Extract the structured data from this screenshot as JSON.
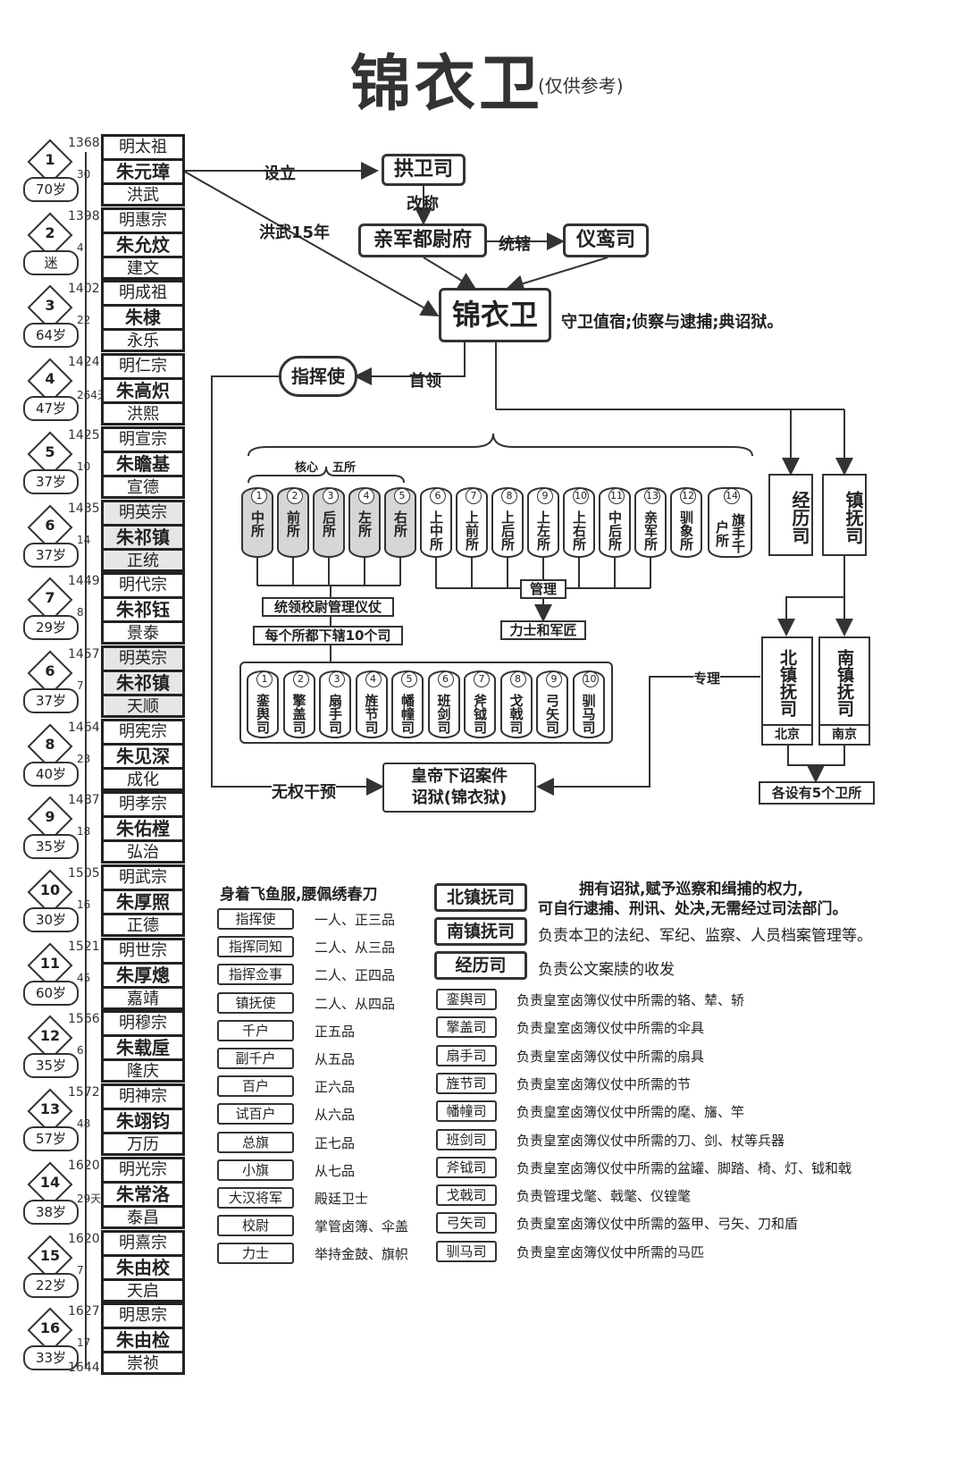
{
  "title": "锦衣卫",
  "subtitle": "(仅供参考)",
  "emperors": [
    {
      "idx": "1",
      "age": "70岁",
      "miao": "明太祖",
      "name": "朱元璋",
      "era": "洪武",
      "start": "1368",
      "reign": "30"
    },
    {
      "idx": "2",
      "age": "迷",
      "miao": "明惠宗",
      "name": "朱允炆",
      "era": "建文",
      "start": "1398",
      "reign": "4"
    },
    {
      "idx": "3",
      "age": "64岁",
      "miao": "明成祖",
      "name": "朱棣",
      "era": "永乐",
      "start": "1402",
      "reign": "22"
    },
    {
      "idx": "4",
      "age": "47岁",
      "miao": "明仁宗",
      "name": "朱高炽",
      "era": "洪熙",
      "start": "1424",
      "reign": "264天"
    },
    {
      "idx": "5",
      "age": "37岁",
      "miao": "明宣宗",
      "name": "朱瞻基",
      "era": "宣德",
      "start": "1425",
      "reign": "10"
    },
    {
      "idx": "6",
      "age": "37岁",
      "miao": "明英宗",
      "name": "朱祁镇",
      "era": "正统",
      "start": "1435",
      "reign": "14"
    },
    {
      "idx": "7",
      "age": "29岁",
      "miao": "明代宗",
      "name": "朱祁钰",
      "era": "景泰",
      "start": "1449",
      "reign": "8"
    },
    {
      "idx": "6",
      "age": "37岁",
      "miao": "明英宗",
      "name": "朱祁镇",
      "era": "天顺",
      "start": "1457",
      "reign": "7"
    },
    {
      "idx": "8",
      "age": "40岁",
      "miao": "明宪宗",
      "name": "朱见深",
      "era": "成化",
      "start": "1464",
      "reign": "23"
    },
    {
      "idx": "9",
      "age": "35岁",
      "miao": "明孝宗",
      "name": "朱佑樘",
      "era": "弘治",
      "start": "1487",
      "reign": "18"
    },
    {
      "idx": "10",
      "age": "30岁",
      "miao": "明武宗",
      "name": "朱厚照",
      "era": "正德",
      "start": "1505",
      "reign": "16"
    },
    {
      "idx": "11",
      "age": "60岁",
      "miao": "明世宗",
      "name": "朱厚熜",
      "era": "嘉靖",
      "start": "1521",
      "reign": "45"
    },
    {
      "idx": "12",
      "age": "35岁",
      "miao": "明穆宗",
      "name": "朱载垕",
      "era": "隆庆",
      "start": "1566",
      "reign": "6"
    },
    {
      "idx": "13",
      "age": "57岁",
      "miao": "明神宗",
      "name": "朱翊钧",
      "era": "万历",
      "start": "1572",
      "reign": "48"
    },
    {
      "idx": "14",
      "age": "38岁",
      "miao": "明光宗",
      "name": "朱常洛",
      "era": "泰昌",
      "start": "1620",
      "reign": "29天"
    },
    {
      "idx": "15",
      "age": "22岁",
      "miao": "明熹宗",
      "name": "朱由校",
      "era": "天启",
      "start": "1620",
      "reign": "7"
    },
    {
      "idx": "16",
      "age": "33岁",
      "miao": "明思宗",
      "name": "朱由检",
      "era": "崇祯",
      "start": "1627",
      "reign": "17"
    }
  ],
  "end_year": "1644",
  "flow": {
    "gongwei": "拱卫司",
    "sheli": "设立",
    "gaicheng": "改称",
    "qinjun": "亲军都尉府",
    "tongxia": "统辖",
    "yiluan": "仪鸾司",
    "hongwu15": "洪武15年",
    "jinyiwei": "锦衣卫",
    "duty": "守卫值宿;侦察与逮捕;典诏狱。",
    "zhihuishi": "指挥使",
    "shouling": "首领",
    "core": "核心",
    "wusuo": "五所",
    "jinglisi": "经历司",
    "zhenfusi": "镇抚司",
    "tongling": "统领校尉管理仪仗",
    "xiaxia": "每个所都下辖10个司",
    "guanli": "管理",
    "lishi": "力士和军匠",
    "zhuanli": "专理",
    "beizhen": "北镇抚司",
    "nanzhen": "南镇抚司",
    "beijing": "北京",
    "nanjing": "南京",
    "gesheyou": "各设有5个卫所",
    "wuquan": "无权干预",
    "zhaoyu1": "皇帝下诏案件",
    "zhaoyu2": "诏狱(锦衣狱)"
  },
  "suo": [
    {
      "n": "1",
      "t": "中所",
      "core": true
    },
    {
      "n": "2",
      "t": "前所",
      "core": true
    },
    {
      "n": "3",
      "t": "后所",
      "core": true
    },
    {
      "n": "4",
      "t": "左所",
      "core": true
    },
    {
      "n": "5",
      "t": "右所",
      "core": true
    },
    {
      "n": "6",
      "t": "上中所",
      "core": false
    },
    {
      "n": "7",
      "t": "上前所",
      "core": false
    },
    {
      "n": "8",
      "t": "上后所",
      "core": false
    },
    {
      "n": "9",
      "t": "上左所",
      "core": false
    },
    {
      "n": "10",
      "t": "上右所",
      "core": false
    },
    {
      "n": "11",
      "t": "中后所",
      "core": false
    },
    {
      "n": "13",
      "t": "亲军所",
      "core": false
    },
    {
      "n": "12",
      "t": "驯象所",
      "core": false
    },
    {
      "n": "14",
      "t": "旗手千户所",
      "core": false
    }
  ],
  "si": [
    {
      "n": "1",
      "t": "銮舆司"
    },
    {
      "n": "2",
      "t": "擎盖司"
    },
    {
      "n": "3",
      "t": "扇手司"
    },
    {
      "n": "4",
      "t": "旌节司"
    },
    {
      "n": "5",
      "t": "幡幢司"
    },
    {
      "n": "6",
      "t": "班剑司"
    },
    {
      "n": "7",
      "t": "斧钺司"
    },
    {
      "n": "8",
      "t": "戈戟司"
    },
    {
      "n": "9",
      "t": "弓矢司"
    },
    {
      "n": "10",
      "t": "驯马司"
    }
  ],
  "dress": "身着飞鱼服,腰佩绣春刀",
  "ranks": [
    {
      "r": "指挥使",
      "d": "一人、正三品"
    },
    {
      "r": "指挥同知",
      "d": "二人、从三品"
    },
    {
      "r": "指挥佥事",
      "d": "二人、正四品"
    },
    {
      "r": "镇抚使",
      "d": "二人、从四品"
    },
    {
      "r": "千户",
      "d": "正五品"
    },
    {
      "r": "副千户",
      "d": "从五品"
    },
    {
      "r": "百户",
      "d": "正六品"
    },
    {
      "r": "试百户",
      "d": "从六品"
    },
    {
      "r": "总旗",
      "d": "正七品"
    },
    {
      "r": "小旗",
      "d": "从七品"
    },
    {
      "r": "大汉将军",
      "d": "殿廷卫士"
    },
    {
      "r": "校尉",
      "d": "掌管卤簿、伞盖"
    },
    {
      "r": "力士",
      "d": "举持金鼓、旗帜"
    }
  ],
  "big_depts": [
    {
      "r": "北镇抚司",
      "d1": "拥有诏狱,赋予巡察和缉捕的权力,",
      "d2": "可自行逮捕、刑讯、处决,无需经过司法部门。"
    },
    {
      "r": "南镇抚司",
      "d1": "负责本卫的法纪、军纪、监察、人员档案管理等。"
    },
    {
      "r": "经历司",
      "d1": "负责公文案牍的收发"
    }
  ],
  "depts": [
    {
      "r": "銮舆司",
      "d": "负责皇室卤簿仪仗中所需的辂、辇、轿"
    },
    {
      "r": "擎盖司",
      "d": "负责皇室卤簿仪仗中所需的伞具"
    },
    {
      "r": "扇手司",
      "d": "负责皇室卤簿仪仗中所需的扇具"
    },
    {
      "r": "旌节司",
      "d": "负责皇室卤簿仪仗中所需的节"
    },
    {
      "r": "幡幢司",
      "d": "负责皇室卤簿仪仗中所需的麾、旛、竿"
    },
    {
      "r": "班剑司",
      "d": "负责皇室卤簿仪仗中所需的刀、剑、杖等兵器"
    },
    {
      "r": "斧钺司",
      "d": "负责皇室卤簿仪仗中所需的盆罐、脚踏、椅、灯、钺和戟"
    },
    {
      "r": "戈戟司",
      "d": "负责管理戈氅、戟氅、仪锽氅"
    },
    {
      "r": "弓矢司",
      "d": "负责皇室卤簿仪仗中所需的盔甲、弓矢、刀和盾"
    },
    {
      "r": "驯马司",
      "d": "负责皇室卤簿仪仗中所需的马匹"
    }
  ]
}
